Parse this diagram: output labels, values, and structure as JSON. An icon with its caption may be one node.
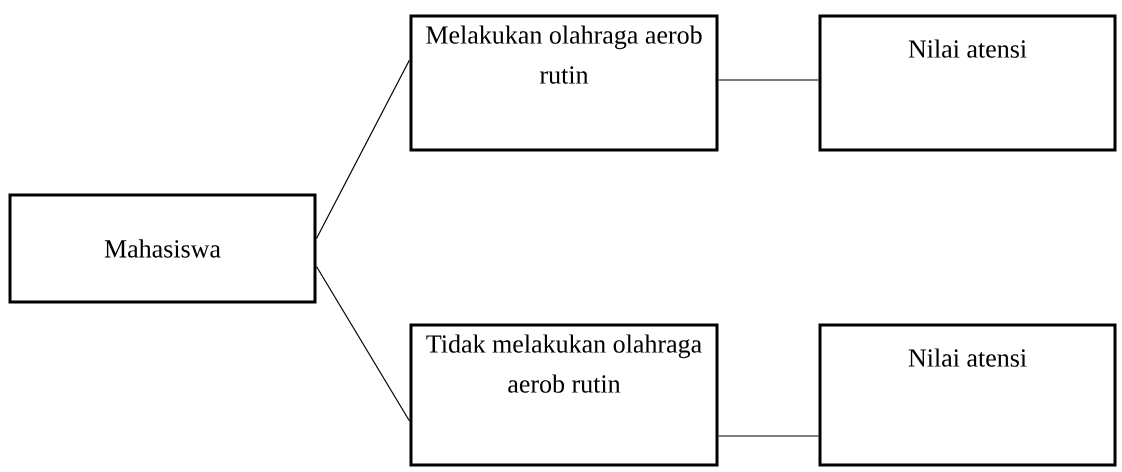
{
  "diagram": {
    "nodes": [
      {
        "text": [
          "Mahasiswa"
        ]
      },
      {
        "text": [
          "Melakukan olahraga aerob rutin"
        ]
      },
      {
        "text": [
          "Nilai atensi"
        ]
      },
      {
        "text": [
          "Tidak melakukan olahraga aerob rutin"
        ]
      },
      {
        "text": [
          "Nilai atensi"
        ]
      }
    ],
    "edges": [
      {
        "from": 0,
        "to": 1,
        "arrow": "none"
      },
      {
        "from": 1,
        "to": 2,
        "arrow": "none"
      },
      {
        "from": 0,
        "to": 3,
        "arrow": "none"
      },
      {
        "from": 3,
        "to": 4,
        "arrow": "none"
      }
    ]
  }
}
